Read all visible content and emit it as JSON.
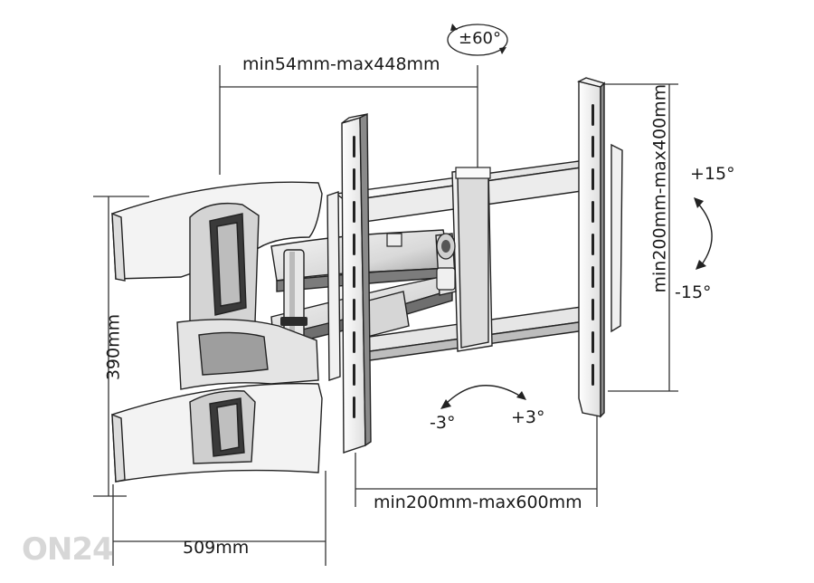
{
  "labels": {
    "swivel": "±60°",
    "depth": "min54mm-max448mm",
    "tilt_up": "+15°",
    "tilt_down": "-15°",
    "vesa_vertical": "min200mm-max400mm",
    "height": "390mm",
    "level_minus": "-3°",
    "level_plus": "+3°",
    "vesa_horizontal": "min200mm-max600mm",
    "width": "509mm"
  },
  "watermark": {
    "text": "ON24"
  },
  "colors": {
    "line": "#222222",
    "light_fill": "#f4f4f4",
    "dark_fill": "#2b2b2b",
    "watermark": "#d7d7d7"
  }
}
